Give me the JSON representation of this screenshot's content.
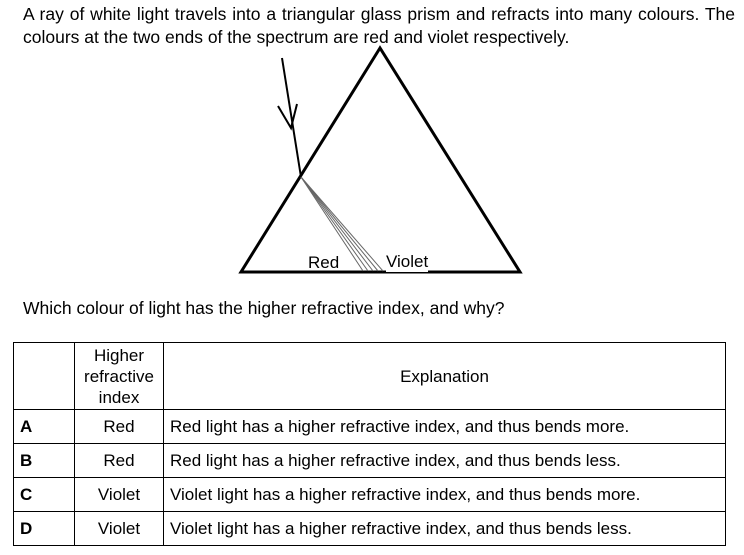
{
  "intro": "A ray of white light travels into a triangular glass prism and refracts into many colours. The colours at the two ends of the spectrum are red and violet respectively.",
  "diagram": {
    "label_red": "Red",
    "label_violet": "Violet"
  },
  "question": "Which colour of light has the higher refractive index, and why?",
  "table": {
    "header": {
      "option": "",
      "colour": "Higher refractive index",
      "explanation": "Explanation"
    },
    "rows": [
      {
        "option": "A",
        "colour": "Red",
        "explanation": "Red light has a higher refractive index, and thus bends more."
      },
      {
        "option": "B",
        "colour": "Red",
        "explanation": "Red light has a higher refractive index, and thus bends less."
      },
      {
        "option": "C",
        "colour": "Violet",
        "explanation": "Violet light has a higher refractive index, and thus bends more."
      },
      {
        "option": "D",
        "colour": "Violet",
        "explanation": "Violet light has a higher refractive index, and thus bends less."
      }
    ]
  }
}
